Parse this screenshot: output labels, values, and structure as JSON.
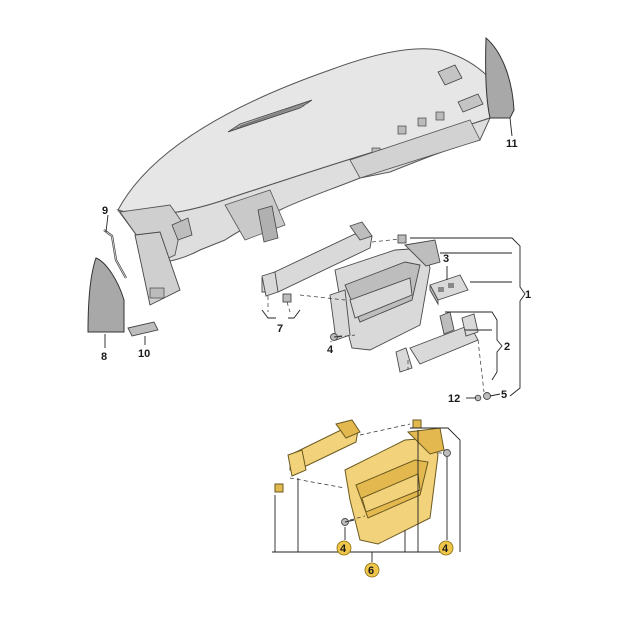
{
  "callouts": {
    "c1": "1",
    "c2": "2",
    "c3": "3",
    "c4a": "4",
    "c4b": "4",
    "c4c": "4",
    "c5": "5",
    "c6": "6",
    "c7": "7",
    "c8": "8",
    "c9": "9",
    "c10": "10",
    "c11": "11",
    "c12": "12"
  },
  "colors": {
    "highlight_part": "#f2d27a",
    "highlight_callout": "#f0c64a",
    "gray_part": "#d9d9d9"
  }
}
